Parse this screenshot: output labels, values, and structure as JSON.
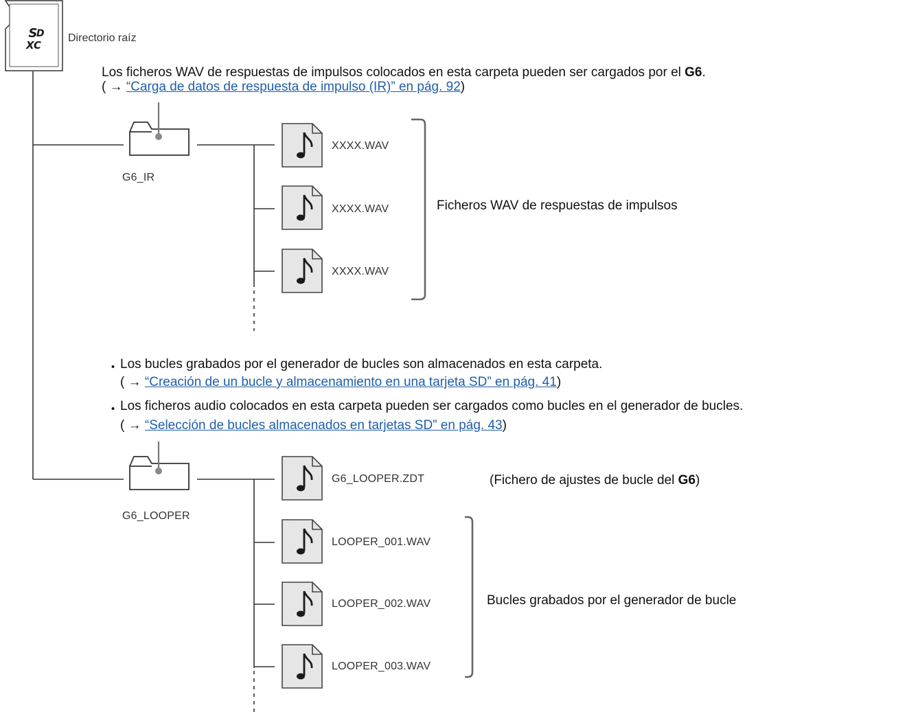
{
  "root": {
    "label": "Directorio raíz",
    "icon": "sdxc-card-icon"
  },
  "ir_section": {
    "description": "Los ficheros WAV de respuestas de impulsos colocados en esta carpeta pueden ser cargados por el ",
    "device": "G6",
    "description_end": ".",
    "ref_prefix": "( → ",
    "ref_link": "“Carga de datos de respuesta de impulso (IR)” en pág. 92",
    "ref_suffix": ")",
    "folder": "G6_IR",
    "files": [
      "XXXX.WAV",
      "XXXX.WAV",
      "XXXX.WAV"
    ],
    "files_label": "Ficheros WAV de respuestas de impulsos"
  },
  "looper_section": {
    "bullet": "・",
    "bullet1_text": "Los bucles grabados por el generador de bucles son almacenados en esta carpeta.",
    "bullet1_ref_prefix": "( → ",
    "bullet1_ref_link": "“Creación de un bucle y almacenamiento en una tarjeta SD” en pág. 41",
    "bullet1_ref_suffix": ")",
    "bullet2_text": "Los ficheros audio colocados en esta carpeta pueden ser cargados como bucles en el generador de bucles.",
    "bullet2_ref_prefix": "( → ",
    "bullet2_ref_link": "“Selección de bucles almacenados en tarjetas SD” en pág. 43",
    "bullet2_ref_suffix": ")",
    "folder": "G6_LOOPER",
    "settings_file": "G6_LOOPER.ZDT",
    "settings_note_prefix": "(Fichero de ajustes de bucle del ",
    "settings_note_device": "G6",
    "settings_note_suffix": ")",
    "files": [
      "LOOPER_001.WAV",
      "LOOPER_002.WAV",
      "LOOPER_003.WAV"
    ],
    "files_label": "Bucles grabados por el generador de bucle"
  }
}
